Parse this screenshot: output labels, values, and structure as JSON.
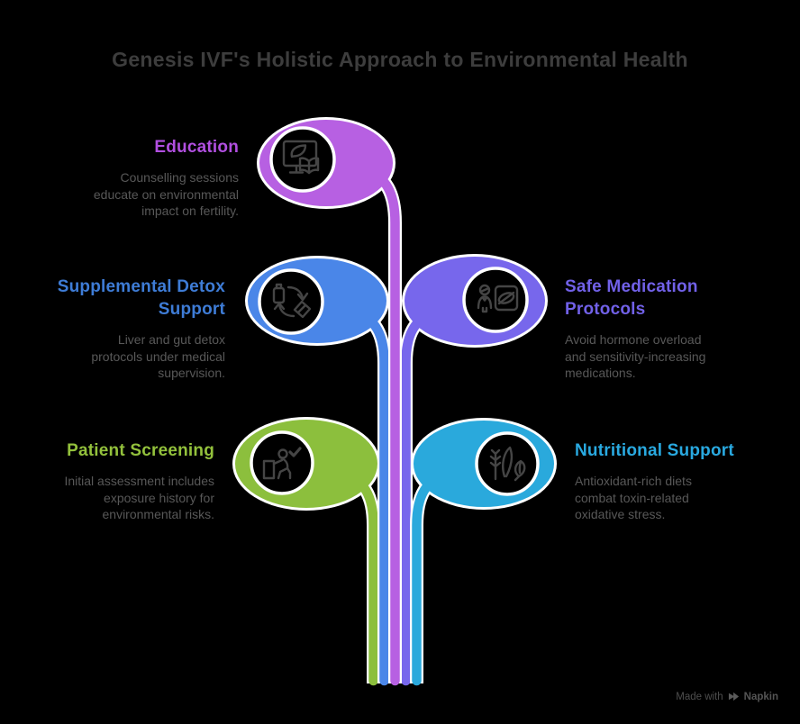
{
  "title": "Genesis IVF's Holistic Approach to Environmental Health",
  "colors": {
    "background": "#000000",
    "title_text": "#3d3d3d",
    "body_text": "#585858",
    "outline": "#ffffff",
    "icon_stroke": "#454545",
    "footer_text": "#4e4e4e"
  },
  "branches": [
    {
      "id": "education",
      "side": "left",
      "heading_lines": [
        "Education"
      ],
      "heading_color": "#b14fe0",
      "branch_color": "#b760e2",
      "body_lines": [
        "Counselling sessions",
        "educate on environmental",
        "impact on fertility."
      ],
      "icon": "monitor-leaf-book-icon"
    },
    {
      "id": "detox",
      "side": "left",
      "heading_lines": [
        "Supplemental Detox",
        "Support"
      ],
      "heading_color": "#3e7cd6",
      "branch_color": "#4a86e8",
      "body_lines": [
        "Liver and gut detox",
        "protocols under medical",
        "supervision."
      ],
      "icon": "bottle-renew-icon"
    },
    {
      "id": "screening",
      "side": "left",
      "heading_lines": [
        "Patient Screening"
      ],
      "heading_color": "#93c13c",
      "branch_color": "#8cbf3d",
      "body_lines": [
        "Initial assessment includes",
        "exposure history for",
        "environmental risks."
      ],
      "icon": "patient-desk-check-icon"
    },
    {
      "id": "medication",
      "side": "right",
      "heading_lines": [
        "Safe Medication",
        "Protocols"
      ],
      "heading_color": "#7161e8",
      "branch_color": "#7767ec",
      "body_lines": [
        "Avoid hormone overload",
        "and sensitivity-increasing",
        "medications."
      ],
      "icon": "person-pill-restriction-icon"
    },
    {
      "id": "nutrition",
      "side": "right",
      "heading_lines": [
        "Nutritional Support"
      ],
      "heading_color": "#29a9e0",
      "branch_color": "#2aa9dc",
      "body_lines": [
        "Antioxidant-rich diets",
        "combat toxin-related",
        "oxidative stress."
      ],
      "icon": "wheat-leaf-icon"
    }
  ],
  "footer": {
    "made_with": "Made with",
    "brand": "Napkin",
    "logo_icon": "napkin-logo"
  }
}
